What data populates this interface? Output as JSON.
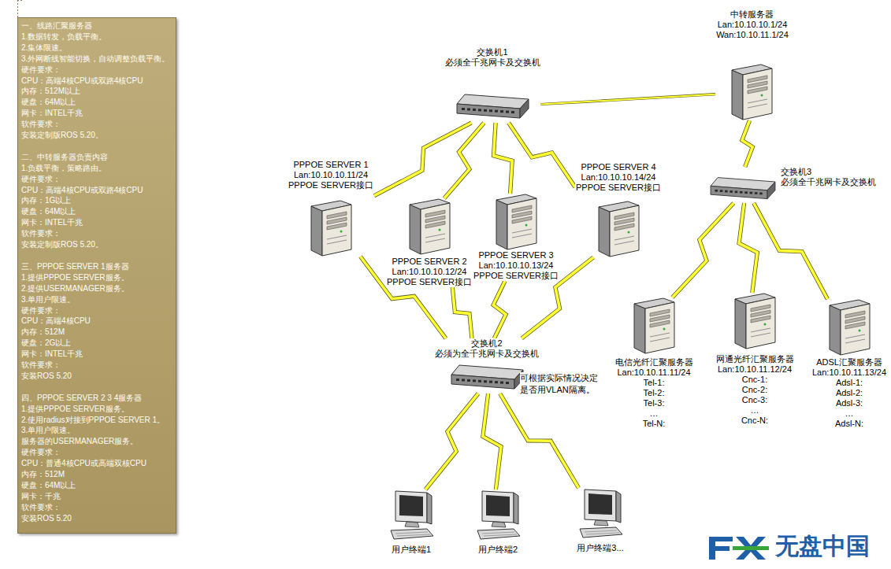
{
  "diagram": {
    "nodes": [
      {
        "text": [
          "一、线路汇聚服务器",
          "1.数据转发，负载平衡。",
          "2.集体限速。",
          "3.外网断线智能切换，自动调整负载平衡。",
          "硬件要求：",
          "CPU：高端4核CPU或双路4核CPU",
          "内存：512M以上",
          "硬盘：64M以上",
          "网卡：INTEL千兆",
          "软件要求：",
          "安装定制版ROS 5.20。",
          "二、中转服务器负责内容",
          "1.负载平衡，策略路由。",
          "硬件要求：",
          "CPU：高端4核CPU或双路4核CPU",
          "内存：1G以上",
          "硬盘：64M以上",
          "网卡：INTEL千兆",
          "软件要求：",
          "安装定制版ROS 5.20。",
          "三、PPPOE SERVER 1服务器",
          "1.提供PPPOE SERVER服务。",
          "2.提供USERMANAGER服务。",
          "3.单用户限速。",
          "硬件要求：",
          "CPU：高端4核CPU",
          "内存：512M",
          "硬盘：2G以上",
          "网卡：INTEL千兆",
          "软件要求：",
          "安装ROS 5.20",
          "四、PPPOE SERVER 2 3 4服务器",
          "1.提供PPPOE SERVER服务。",
          "2.使用radius对接到PPPOE SERVER 1。",
          "3.单用户限速。",
          "服务器的USERMANAGER服务。",
          "硬件要求：",
          "CPU：普通4核CPU或高端双核CPU",
          "内存：512M",
          "硬盘：64M以上",
          "网卡：千兆",
          "软件要求：",
          "安装ROS 5.20"
        ]
      },
      {
        "text": [
          "交换机1",
          "必须全千兆网卡及交换机"
        ]
      },
      {
        "text": [
          "中转服务器",
          "Lan:10.10.10.1/24",
          "Wan:10.10.11.1/24"
        ]
      },
      {
        "text": [
          "PPPOE SERVER 1",
          "Lan:10.10.10.11/24",
          "PPPOE SERVER接口"
        ]
      },
      {
        "text": [
          "PPPOE SERVER 2",
          "Lan:10.10.10.12/24",
          "PPPOE SERVER接口"
        ]
      },
      {
        "text": [
          "PPPOE SERVER 3",
          "Lan:10.10.10.13/24",
          "PPPOE SERVER接口"
        ]
      },
      {
        "text": [
          "PPPOE SERVER 4",
          "Lan:10.10.10.14/24",
          "PPPOE SERVER接口"
        ]
      },
      {
        "text": [
          "交换机3",
          "必须全千兆网卡及交换机"
        ]
      },
      {
        "text": [
          "交换机2",
          "必须为全千兆网卡及交换机"
        ]
      },
      {
        "text": [
          "电信光纤汇聚服务器",
          "Lan:10.10.11.11/24",
          "Tel-1:",
          "Tel-2:",
          "Tel-3:",
          "…",
          "Tel-N:"
        ]
      },
      {
        "text": [
          "网通光纤汇聚服务器",
          "Lan:10.10.11.12/24",
          "Cnc-1:",
          "Cnc-2:",
          "Cnc-3:",
          "…",
          "Cnc-N:"
        ]
      },
      {
        "text": [
          "ADSL汇聚服务器",
          "Lan:10.10.11.13/24",
          "Adsl-1:",
          "Adsl-2:",
          "Adsl-3:",
          "…",
          "Adsl-N:"
        ]
      },
      {
        "text": [
          "用户终端1"
        ]
      },
      {
        "text": [
          "用户终端2"
        ]
      },
      {
        "text": [
          "用户终端3..."
        ]
      }
    ],
    "edges": [
      {
        "from": 1,
        "to": 2,
        "arrow": "none"
      },
      {
        "from": 1,
        "to": 3,
        "arrow": "none"
      },
      {
        "from": 1,
        "to": 4,
        "arrow": "none"
      },
      {
        "from": 1,
        "to": 5,
        "arrow": "none"
      },
      {
        "from": 1,
        "to": 6,
        "arrow": "none"
      },
      {
        "from": 3,
        "to": 8,
        "arrow": "none"
      },
      {
        "from": 4,
        "to": 8,
        "arrow": "none"
      },
      {
        "from": 5,
        "to": 8,
        "arrow": "none"
      },
      {
        "from": 6,
        "to": 8,
        "arrow": "none"
      },
      {
        "from": 2,
        "to": 7,
        "arrow": "none"
      },
      {
        "from": 7,
        "to": 9,
        "arrow": "none"
      },
      {
        "from": 7,
        "to": 10,
        "arrow": "none"
      },
      {
        "from": 7,
        "to": 11,
        "arrow": "none"
      },
      {
        "from": 8,
        "to": 12,
        "arrow": "none"
      },
      {
        "from": 8,
        "to": 13,
        "arrow": "none"
      },
      {
        "from": 8,
        "to": 14,
        "arrow": "none"
      }
    ],
    "labels": [
      "可根据实际情况决定是否用VLAN隔离。",
      "无盘中国"
    ]
  }
}
